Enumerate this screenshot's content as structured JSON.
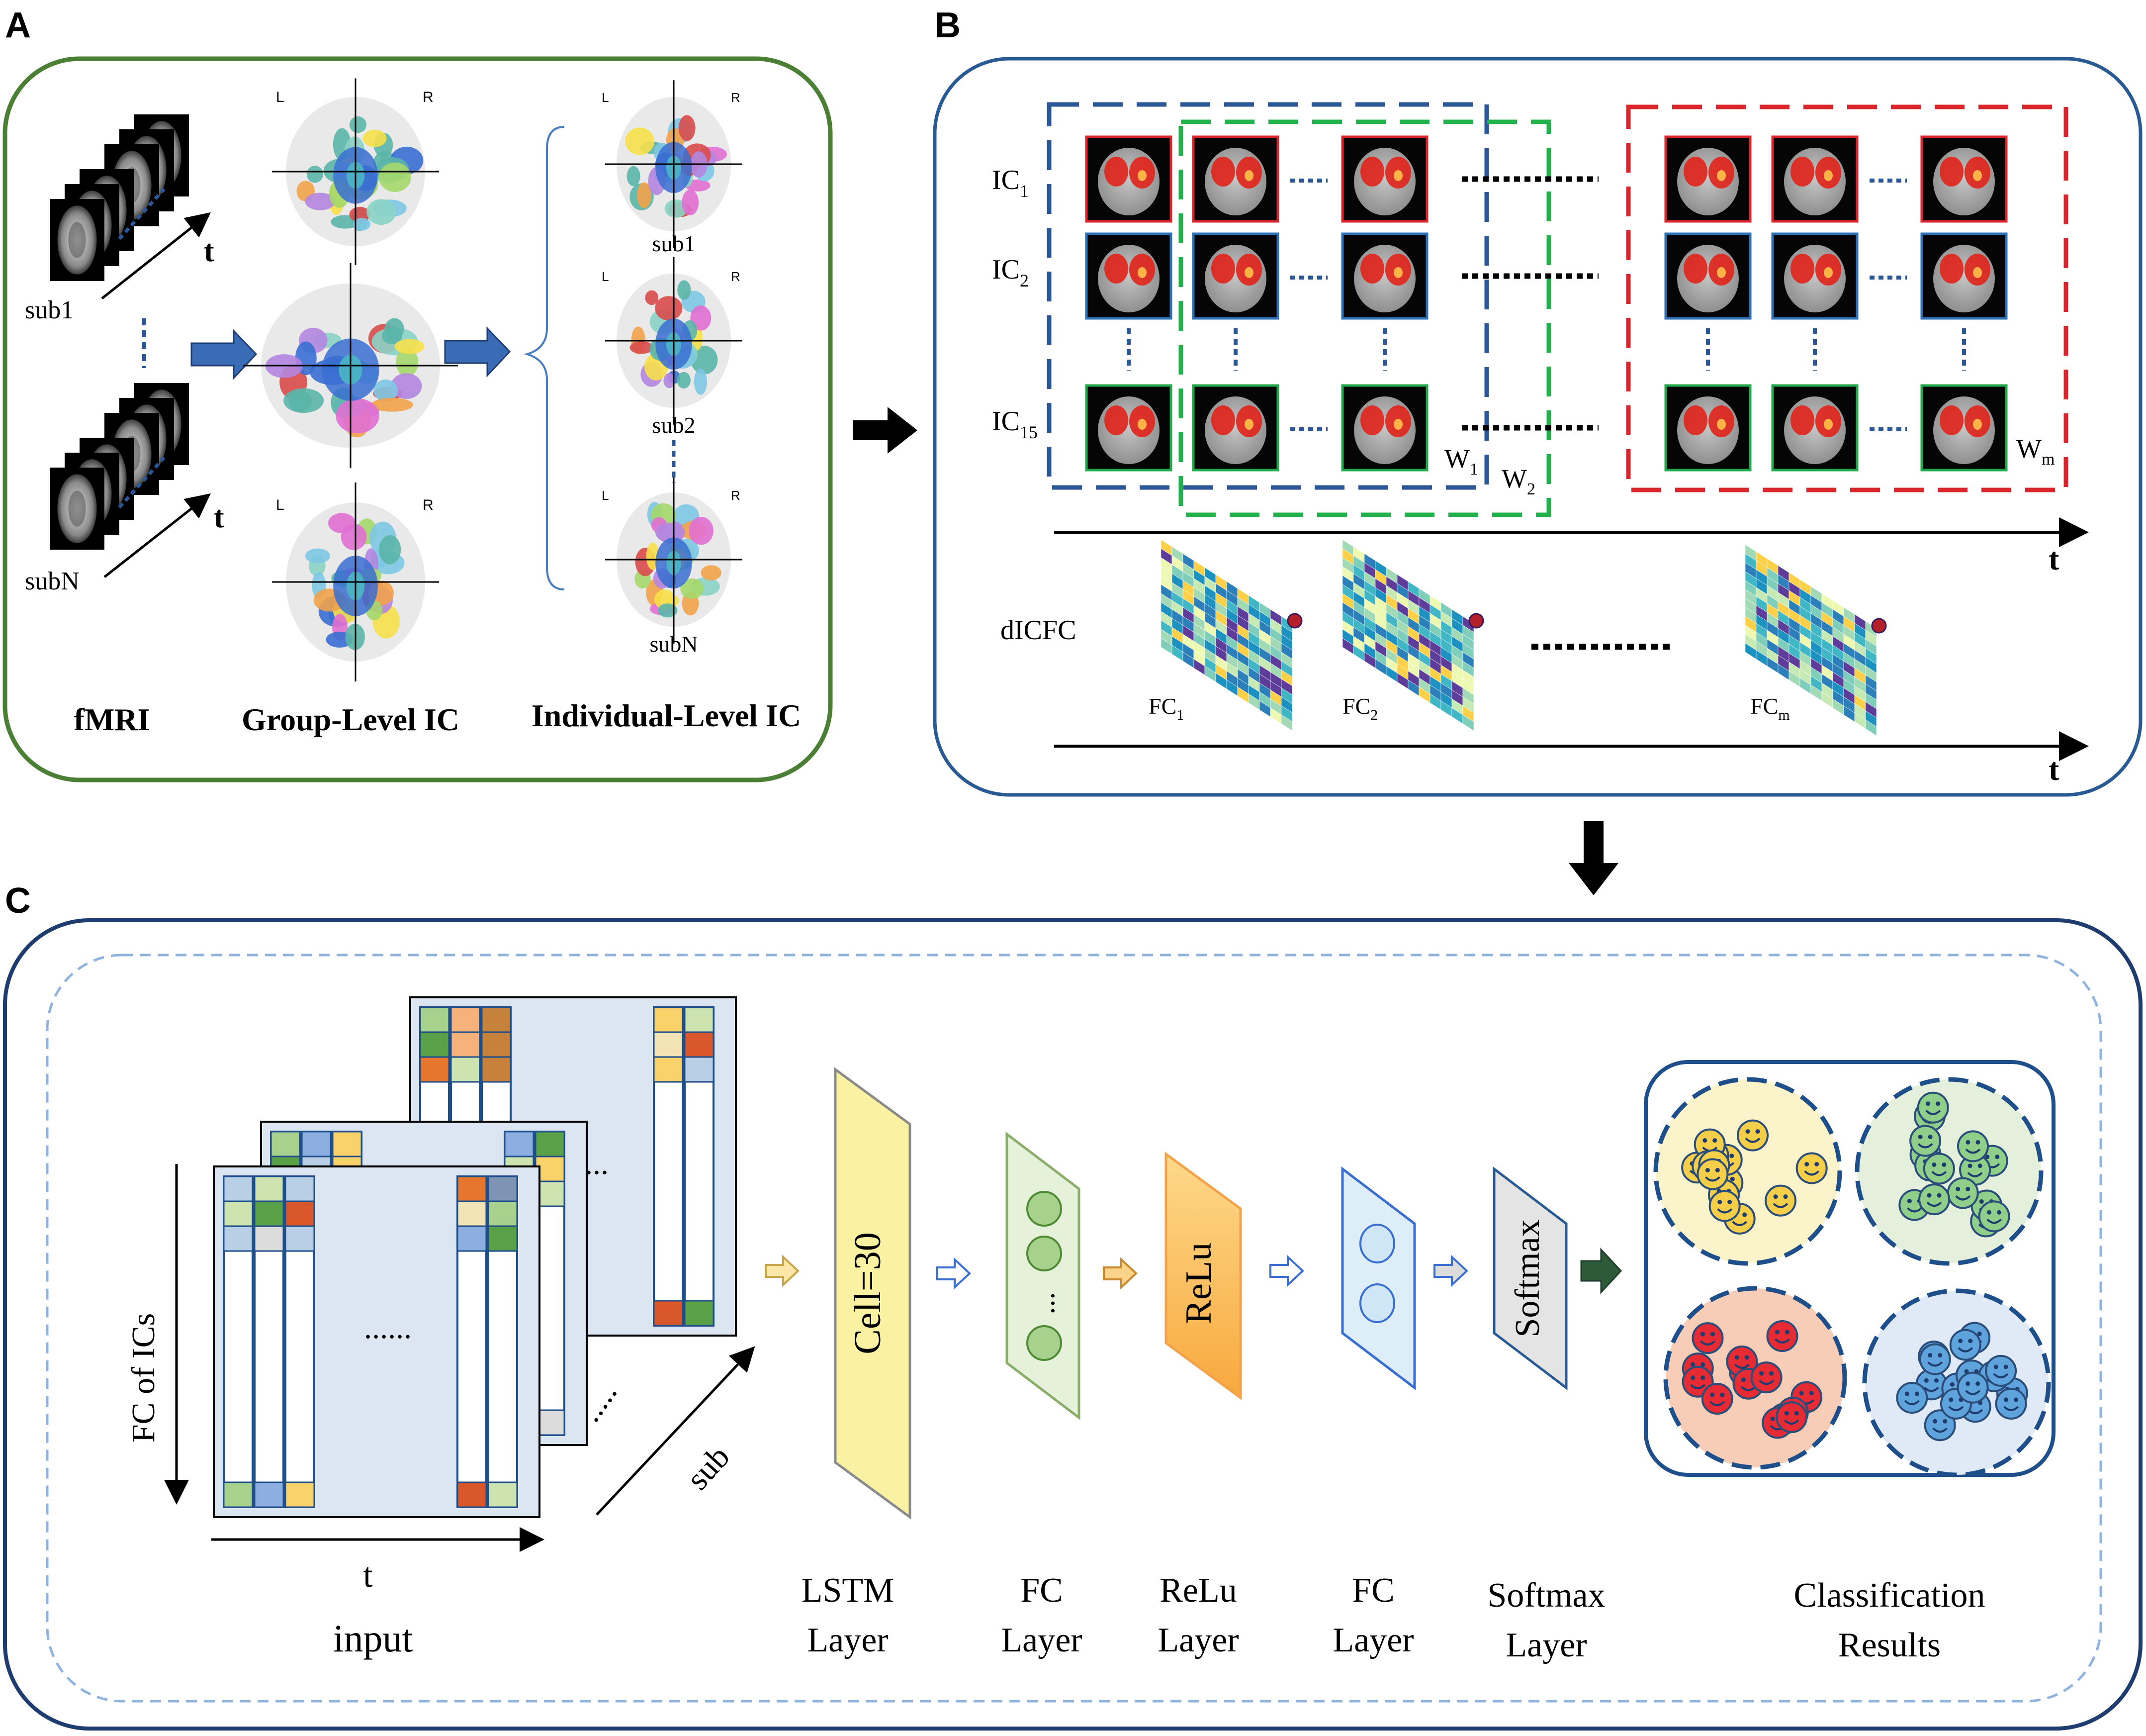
{
  "panels": {
    "a": {
      "label": "A",
      "subjects": [
        "sub1",
        "subN"
      ],
      "time_label": "t",
      "orientation": {
        "left": "L",
        "right": "R"
      },
      "individual_subjects": [
        "sub1",
        "sub2",
        "subN"
      ],
      "captions": {
        "fmri": "fMRI",
        "group": "Group-Level IC",
        "individual": "Individual-Level IC"
      }
    },
    "b": {
      "label": "B",
      "ic_rows": [
        {
          "base": "IC",
          "sub": "1"
        },
        {
          "base": "IC",
          "sub": "2"
        },
        {
          "base": "IC",
          "sub": "15"
        }
      ],
      "windows": [
        {
          "base": "W",
          "sub": "1"
        },
        {
          "base": "W",
          "sub": "2"
        },
        {
          "base": "W",
          "sub": "m"
        }
      ],
      "time_label": "t",
      "dicfc_label": "dICFC",
      "fc_maps": [
        {
          "base": "FC",
          "sub": "1"
        },
        {
          "base": "FC",
          "sub": "2"
        },
        {
          "base": "FC",
          "sub": "m"
        }
      ],
      "ellipsis_dots": "......"
    },
    "c": {
      "label": "C",
      "input": {
        "y_axis_label": "FC of ICs",
        "x_axis_label": "t",
        "depth_label": "sub",
        "caption": "input",
        "ellipsis": "......",
        "ellipsis_short": "...",
        "ellipsis_diag": "....."
      },
      "layers": [
        {
          "block_text": "Cell=30",
          "line1": "LSTM",
          "line2": "Layer"
        },
        {
          "block_text": "...",
          "line1": "FC",
          "line2": "Layer"
        },
        {
          "block_text": "ReLu",
          "line1": "ReLu",
          "line2": "Layer"
        },
        {
          "block_text": "",
          "line1": "FC",
          "line2": "Layer"
        },
        {
          "block_text": "Softmax",
          "line1": "Softmax",
          "line2": "Layer"
        }
      ],
      "results": {
        "line1": "Classification",
        "line2": "Results"
      }
    }
  },
  "colors": {
    "panel_a_border": "#4b7f35",
    "panel_b_border": "#2a5a94",
    "panel_c_border": "#1f3c6e",
    "window_1": "#2b5797",
    "window_2": "#22b14c",
    "window_m": "#d9262c",
    "ic1_frame": "#d9262c",
    "ic2_frame": "#2f6fb3",
    "ic15_frame": "#22a84a",
    "lstm": "#fbf1a3",
    "fc1": "#e6f1da",
    "relu": "#fbc26a",
    "fc2": "#deeef9",
    "softmax": "#e4e4e4",
    "class_yellow": "#f5cf4a",
    "class_green": "#8fcf8a",
    "class_red": "#e62b35",
    "class_blue": "#5fa3dc"
  }
}
